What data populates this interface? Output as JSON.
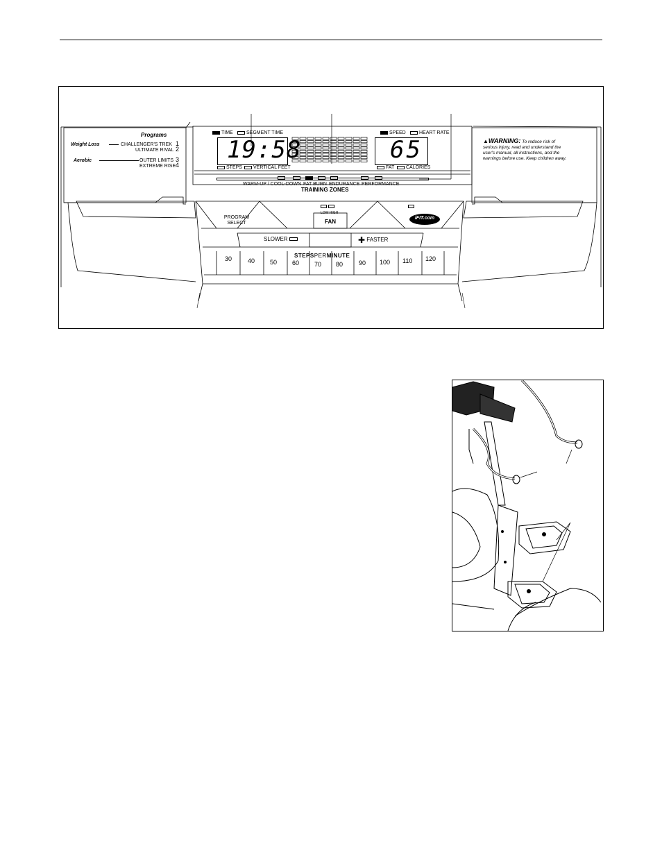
{
  "console": {
    "programs_title": "Programs",
    "weight_loss_label": "Weight Loss",
    "aerobic_label": "Aerobic",
    "programs": [
      {
        "name": "CHALLENGER'S TREK",
        "number": "1"
      },
      {
        "name": "ULTIMATE RIVAL",
        "number": "2"
      },
      {
        "name": "OUTER LIMITS",
        "number": "3"
      },
      {
        "name": "EXTREME RISE",
        "number": "4"
      }
    ],
    "left_display": {
      "value": "19:58",
      "top_indicators": [
        "TIME",
        "SEGMENT TIME"
      ],
      "bottom_indicators": [
        "STEPS",
        "VERTICAL FEET"
      ]
    },
    "right_display": {
      "value": "65",
      "top_indicators": [
        "SPEED",
        "HEART RATE"
      ],
      "bottom_indicators": [
        "FAT",
        "CALORIES"
      ]
    },
    "zones": [
      "WARM-UP / COOL-DOWN",
      "FAT BURN",
      "ENDURANCE",
      "PERFORMANCE"
    ],
    "zones_title": "TRAINING ZONES",
    "warning": {
      "title": "WARNING:",
      "text_lines": [
        "To reduce risk of",
        "serious injury, read and understand the",
        "user's manual, all instructions, and the",
        "warnings before use.  Keep children away."
      ]
    },
    "fan_levels": [
      "LOW",
      "HIGH"
    ],
    "buttons": {
      "program_select_line1": "PROGRAM",
      "program_select_line2": "SELECT",
      "fan": "FAN",
      "ifit": "iFIT.com",
      "slower": "SLOWER",
      "faster": "FASTER"
    },
    "spm_title_1": "STEPS",
    "spm_title_2": "PER",
    "spm_title_3": "MINUTE",
    "spm_buttons": [
      "30",
      "40",
      "50",
      "60",
      "70",
      "80",
      "90",
      "100",
      "110",
      "120"
    ]
  }
}
